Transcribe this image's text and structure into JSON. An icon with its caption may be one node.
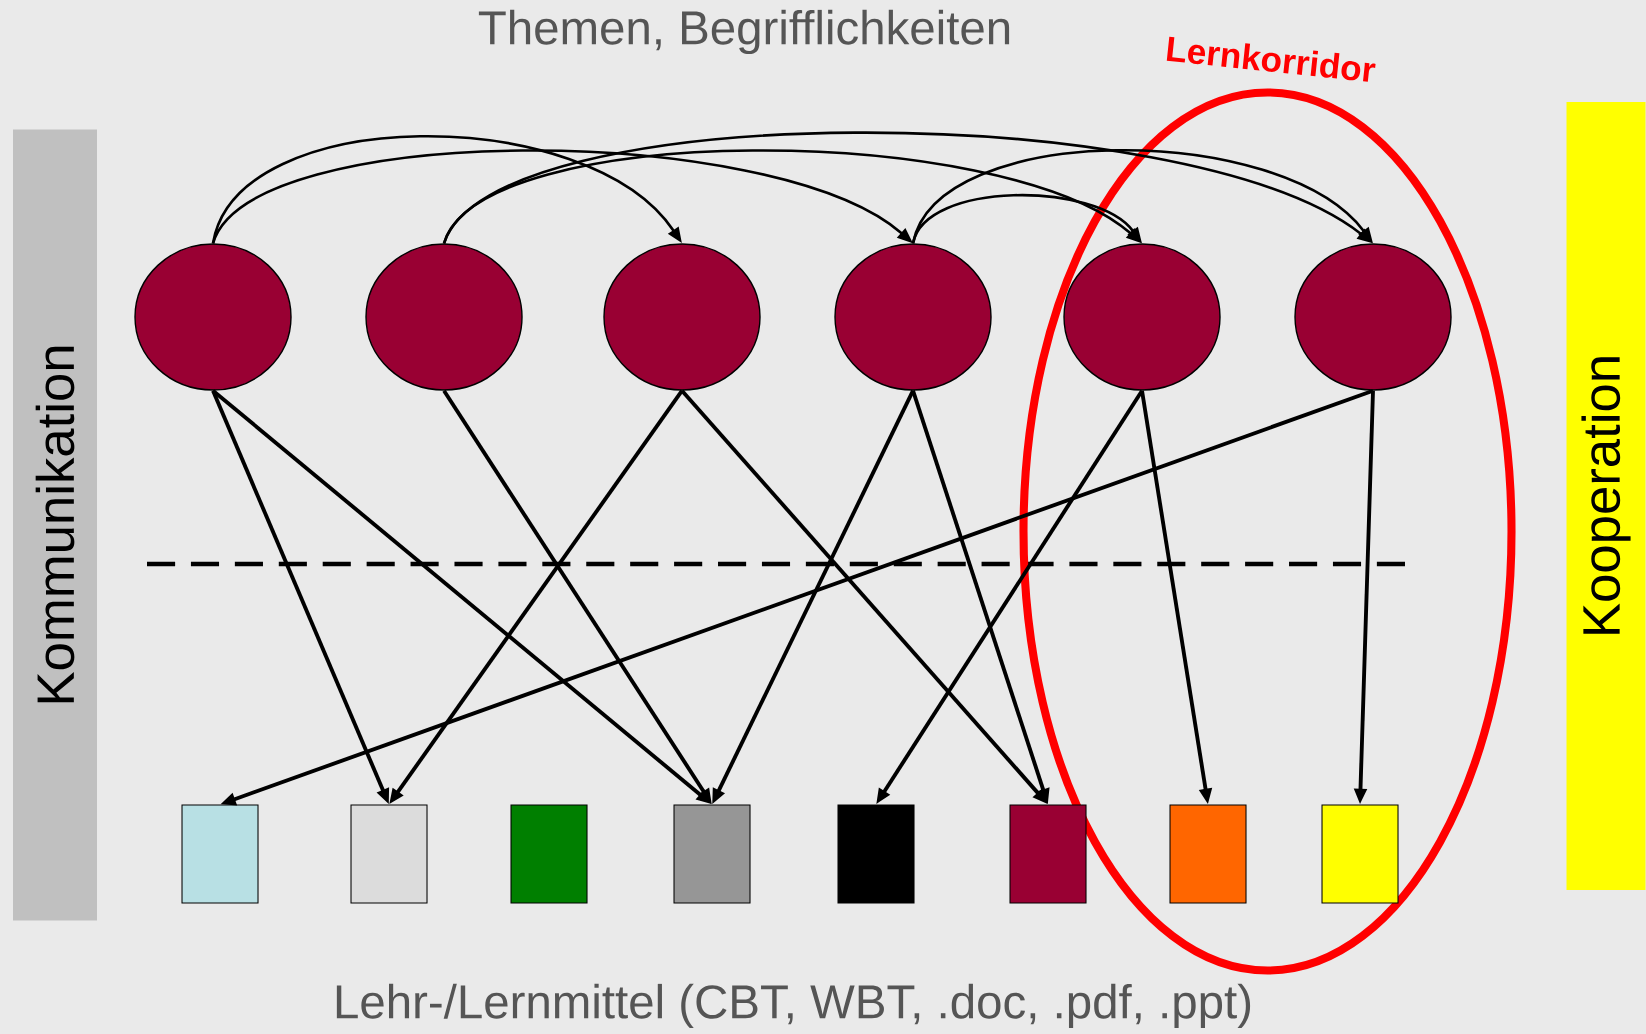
{
  "diagram": {
    "title": "Themen, Begrifflichkeiten",
    "nodes": [
      {
        "text": [
          "Kommunikation"
        ]
      },
      {
        "text": [
          "Kooperation"
        ]
      },
      {
        "text": [
          "Lernkorridor"
        ]
      },
      {
        "text": [],
        "shape": "circle"
      },
      {
        "text": [],
        "shape": "circle"
      },
      {
        "text": [],
        "shape": "circle"
      },
      {
        "text": [],
        "shape": "circle"
      },
      {
        "text": [],
        "shape": "circle",
        "in": 2
      },
      {
        "text": [],
        "shape": "circle",
        "in": 2
      },
      {
        "text": [],
        "shape": "box"
      },
      {
        "text": [],
        "shape": "box"
      },
      {
        "text": [],
        "shape": "box"
      },
      {
        "text": [],
        "shape": "box"
      },
      {
        "text": [],
        "shape": "box"
      },
      {
        "text": [],
        "shape": "box"
      },
      {
        "text": [],
        "shape": "box",
        "in": 2
      },
      {
        "text": [],
        "shape": "box",
        "in": 2
      }
    ],
    "edges": [
      {
        "from": 3,
        "to": 5,
        "arrow": "to"
      },
      {
        "from": 3,
        "to": 6,
        "arrow": "to"
      },
      {
        "from": 4,
        "to": 7,
        "arrow": "to"
      },
      {
        "from": 4,
        "to": 8,
        "arrow": "to"
      },
      {
        "from": 6,
        "to": 7,
        "arrow": "to"
      },
      {
        "from": 6,
        "to": 8,
        "arrow": "to"
      },
      {
        "from": 3,
        "to": 10,
        "arrow": "to"
      },
      {
        "from": 3,
        "to": 12,
        "arrow": "to"
      },
      {
        "from": 4,
        "to": 12,
        "arrow": "to"
      },
      {
        "from": 5,
        "to": 10,
        "arrow": "to"
      },
      {
        "from": 5,
        "to": 14,
        "arrow": "to"
      },
      {
        "from": 6,
        "to": 12,
        "arrow": "to"
      },
      {
        "from": 6,
        "to": 14,
        "arrow": "to"
      },
      {
        "from": 7,
        "to": 13,
        "arrow": "to"
      },
      {
        "from": 7,
        "to": 15,
        "arrow": "to"
      },
      {
        "from": 8,
        "to": 9,
        "arrow": "to"
      },
      {
        "from": 8,
        "to": 16,
        "arrow": "to"
      }
    ],
    "labels": [
      "Lehr-/Lernmittel (CBT, WBT, .doc, .pdf, .ppt)"
    ]
  }
}
